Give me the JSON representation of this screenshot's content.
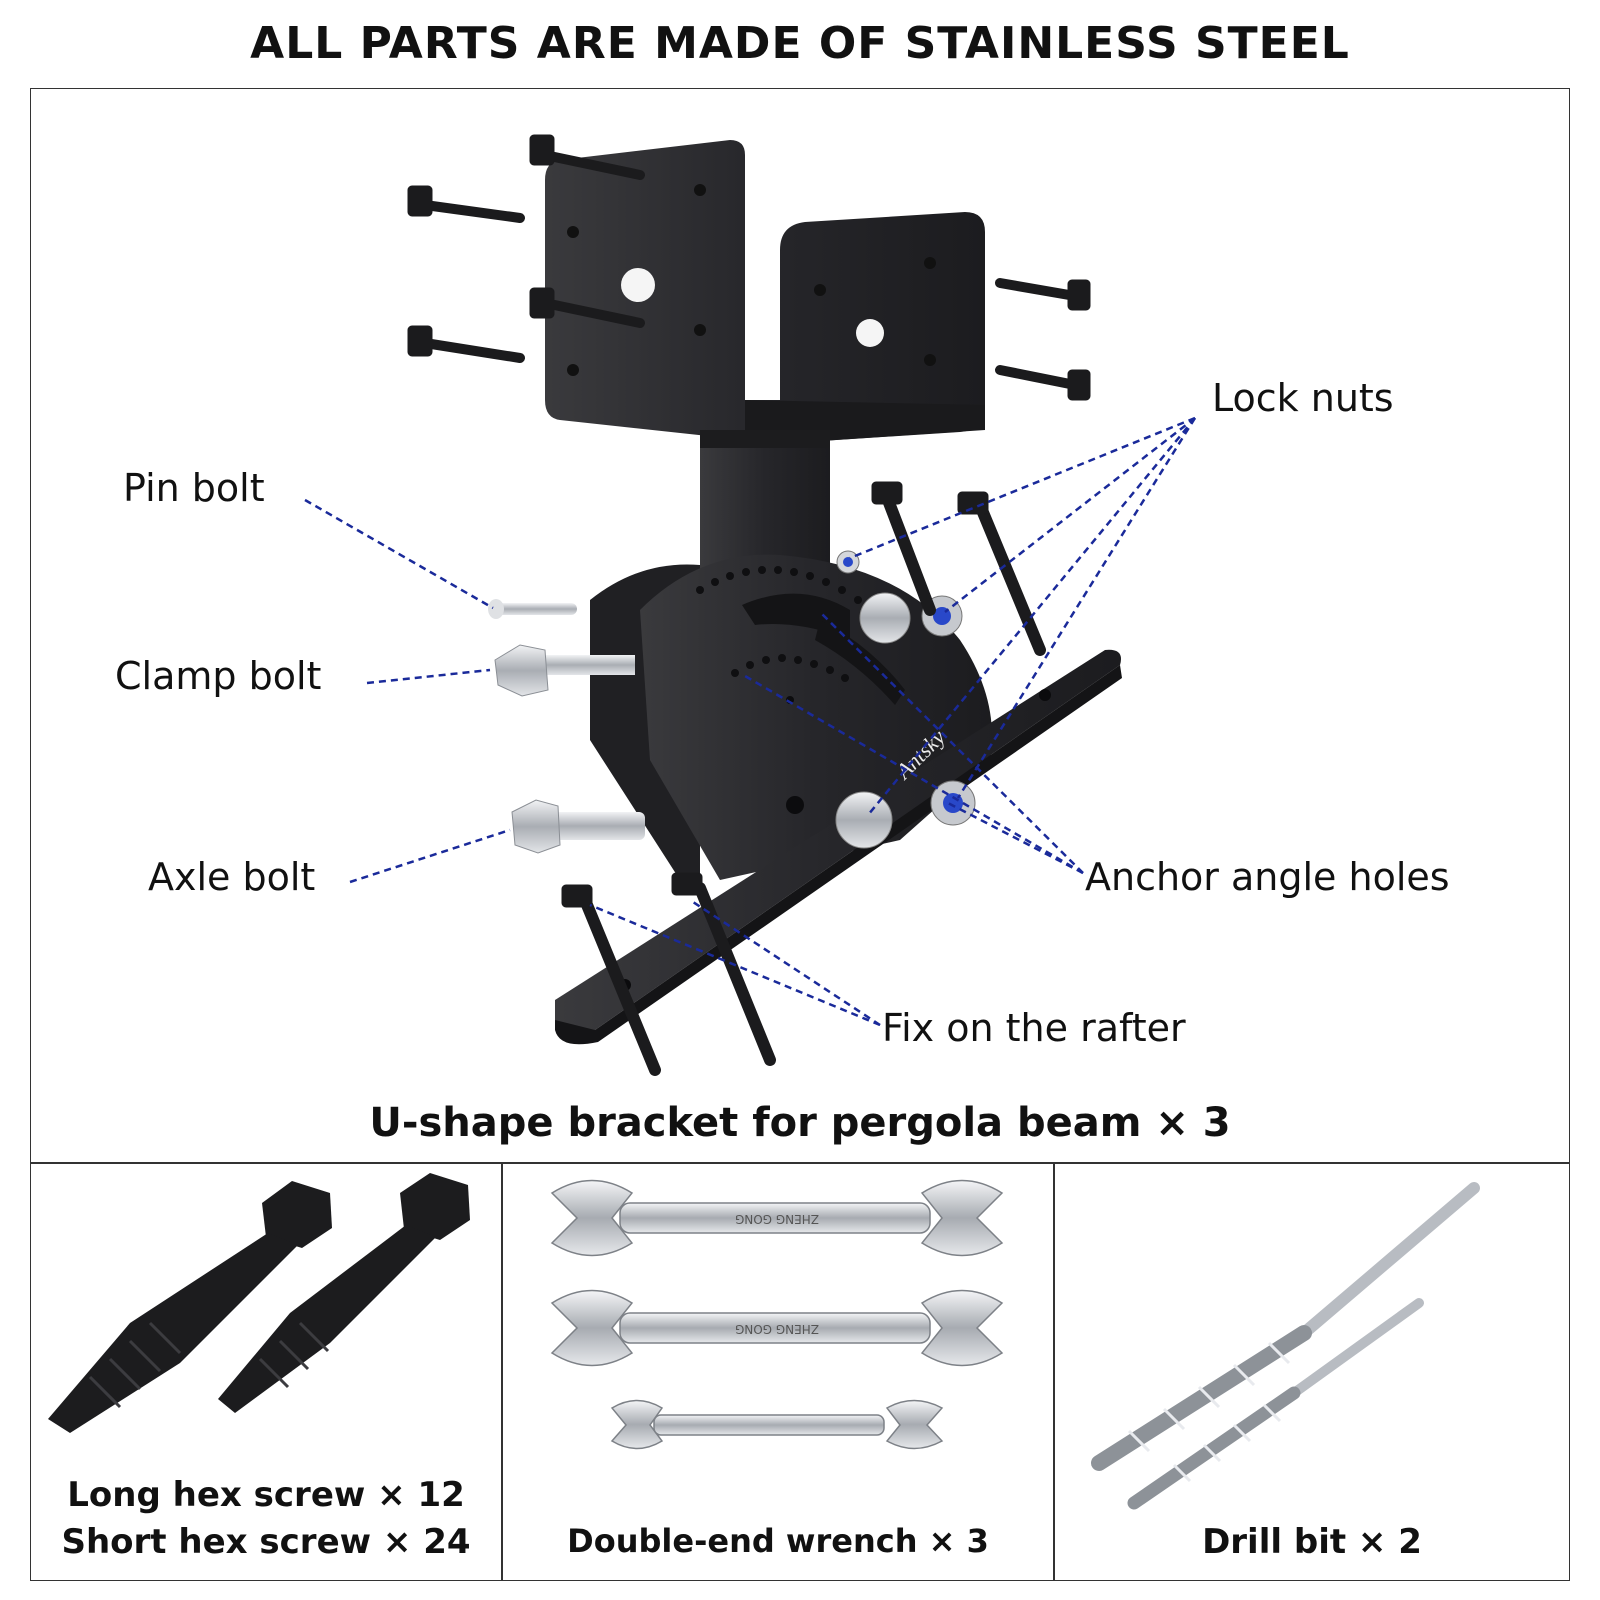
{
  "headline": "ALL PARTS ARE MADE OF STAINLESS STEEL",
  "main": {
    "callouts": {
      "lock_nuts": "Lock nuts",
      "pin_bolt": "Pin bolt",
      "clamp_bolt": "Clamp bolt",
      "axle_bolt": "Axle bolt",
      "anchor_angle_holes": "Anchor angle holes",
      "fix_on_rafter": "Fix on the rafter"
    },
    "brand": "Antsky",
    "caption": "U-shape bracket for pergola beam × 3"
  },
  "accessories": {
    "screws": {
      "caption_long": "Long hex screw × 12",
      "caption_short": "Short hex screw × 24"
    },
    "wrench": {
      "caption": "Double-end wrench × 3",
      "engraving": "ZHENG GONG"
    },
    "drill": {
      "caption": "Drill bit × 2"
    }
  },
  "colors": {
    "callout_line": "#1a2a9a",
    "bracket": "#2b2b2e",
    "steel": "#c9ccd1"
  }
}
